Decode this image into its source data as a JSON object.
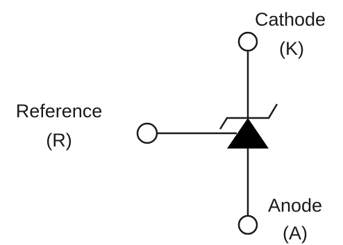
{
  "terminals": {
    "cathode": {
      "name": "Cathode",
      "symbol": "(K)"
    },
    "reference": {
      "name": "Reference",
      "symbol": "(R)"
    },
    "anode": {
      "name": "Anode",
      "symbol": "(A)"
    }
  },
  "colors": {
    "stroke": "#1a1a1a",
    "fill": "#000000",
    "background": "#ffffff"
  }
}
